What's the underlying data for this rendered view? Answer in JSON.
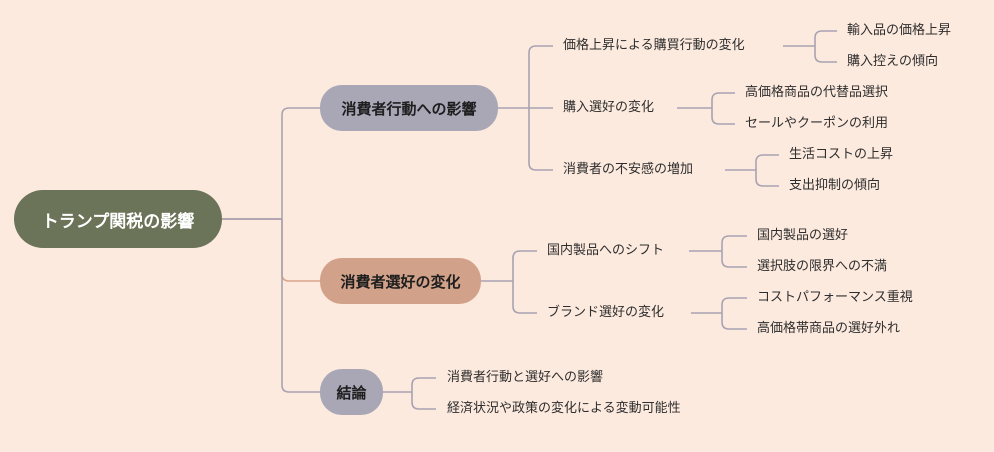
{
  "root": "トランプ関税の影響",
  "branches": [
    {
      "label": "消費者行動への影響",
      "children": [
        {
          "label": "価格上昇による購買行動の変化",
          "leaves": [
            "輸入品の価格上昇",
            "購入控えの傾向"
          ]
        },
        {
          "label": "購入選好の変化",
          "leaves": [
            "高価格商品の代替品選択",
            "セールやクーポンの利用"
          ]
        },
        {
          "label": "消費者の不安感の増加",
          "leaves": [
            "生活コストの上昇",
            "支出抑制の傾向"
          ]
        }
      ]
    },
    {
      "label": "消費者選好の変化",
      "children": [
        {
          "label": "国内製品へのシフト",
          "leaves": [
            "国内製品の選好",
            "選択肢の限界への不満"
          ]
        },
        {
          "label": "ブランド選好の変化",
          "leaves": [
            "コストパフォーマンス重視",
            "高価格帯商品の選好外れ"
          ]
        }
      ]
    },
    {
      "label": "結論",
      "leaves": [
        "消費者行動と選好への影響",
        "経済状況や政策の変化による変動可能性"
      ]
    }
  ],
  "colors": {
    "background": "#fdeadf",
    "root": "#6b7358",
    "branch_purple": "#a9a6b6",
    "branch_orange": "#d1a189",
    "connector": "#a8a2b2",
    "connector_orange": "#d9a48a"
  }
}
